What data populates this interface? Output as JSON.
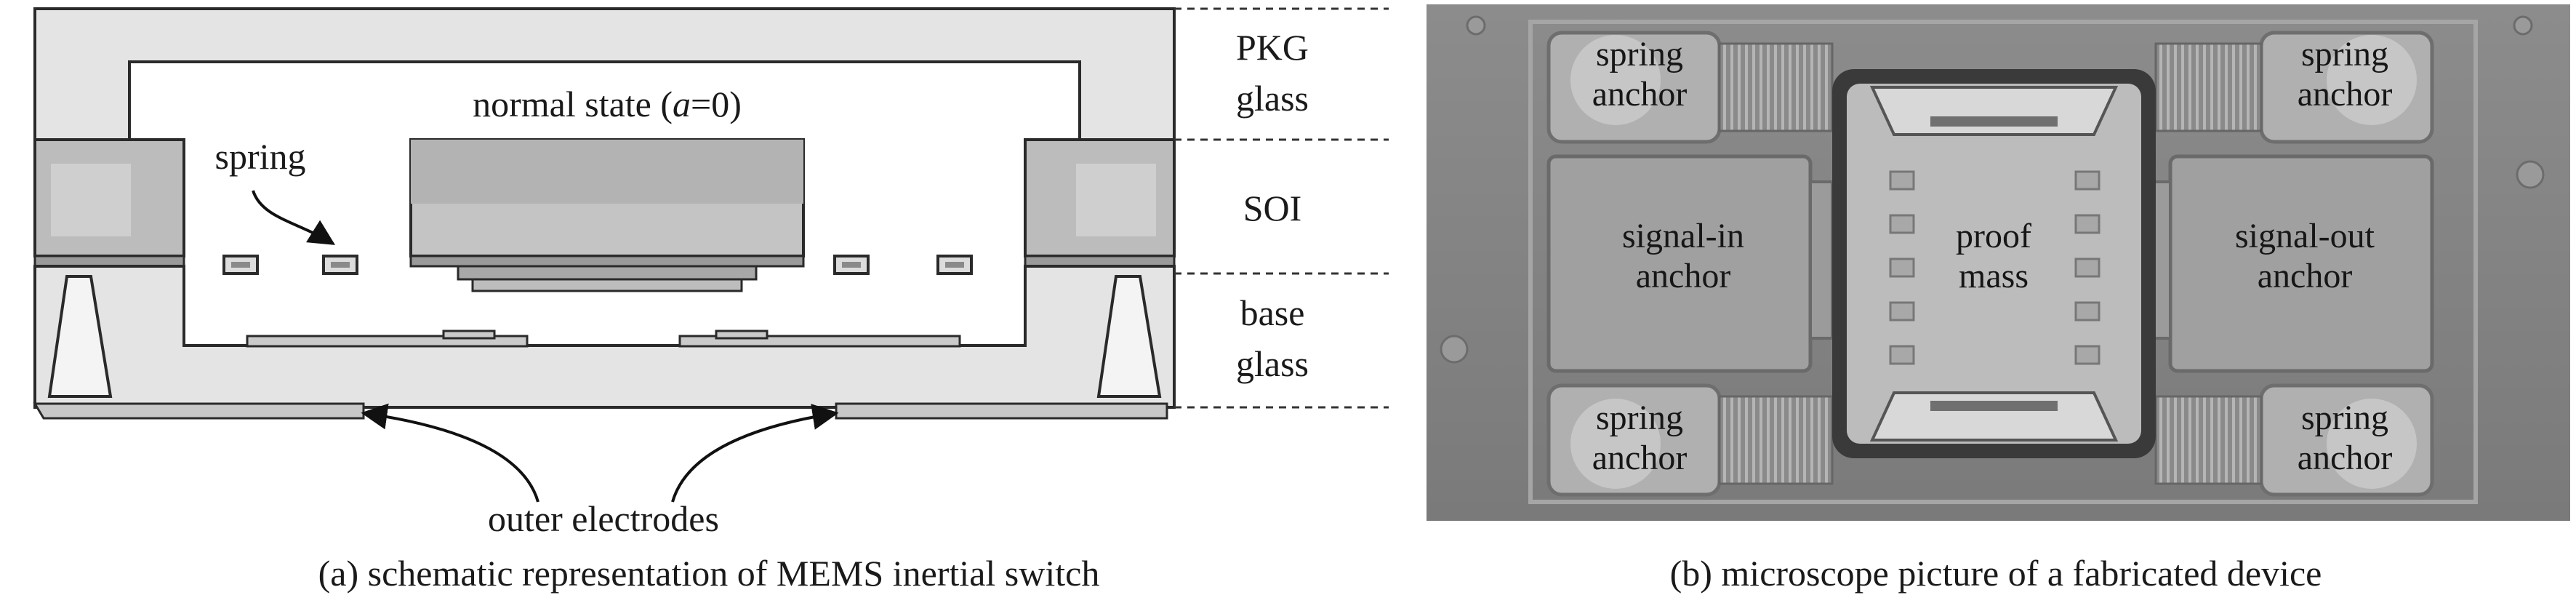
{
  "panel_a": {
    "state_label_prefix": "normal state (",
    "state_label_var": "a",
    "state_label_suffix": "=0)",
    "spring_label": "spring",
    "outer_electrodes_label": "outer electrodes",
    "layer_pkg_line1": "PKG",
    "layer_pkg_line2": "glass",
    "layer_soi": "SOI",
    "layer_base_line1": "base",
    "layer_base_line2": "glass",
    "caption": "(a) schematic representation of MEMS inertial switch"
  },
  "panel_b": {
    "spring_anchor_tl_1": "spring",
    "spring_anchor_tl_2": "anchor",
    "spring_anchor_tr_1": "spring",
    "spring_anchor_tr_2": "anchor",
    "spring_anchor_bl_1": "spring",
    "spring_anchor_bl_2": "anchor",
    "spring_anchor_br_1": "spring",
    "spring_anchor_br_2": "anchor",
    "signal_in_1": "signal-in",
    "signal_in_2": "anchor",
    "signal_out_1": "signal-out",
    "signal_out_2": "anchor",
    "proof_mass_1": "proof",
    "proof_mass_2": "mass",
    "caption": "(b) microscope picture of a fabricated device"
  }
}
